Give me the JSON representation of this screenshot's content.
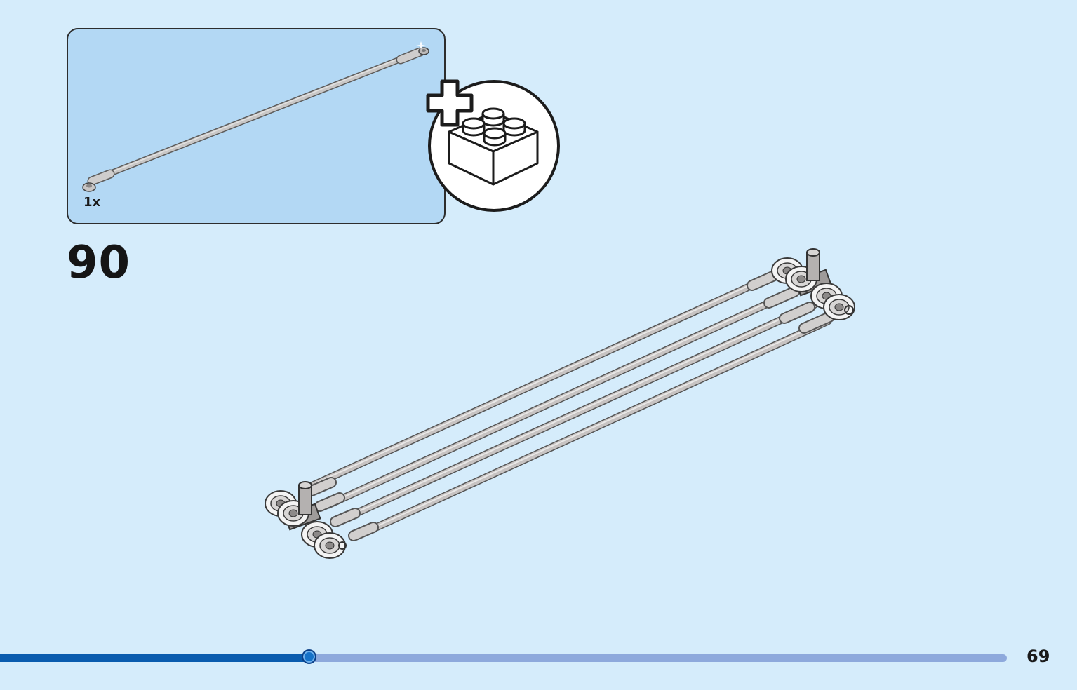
{
  "step": {
    "number": "90",
    "parts": [
      {
        "icon": "long-axle-rod-icon",
        "quantity": "1x"
      }
    ],
    "extra_icon": "add-brick-icon"
  },
  "progress": {
    "fraction": 0.307
  },
  "page": {
    "number": "69"
  },
  "colors": {
    "background": "#d5ecfb",
    "parts_box": "#b3d8f4",
    "progress_done": "#0a5cae",
    "progress_remaining": "#8ea9dc"
  }
}
